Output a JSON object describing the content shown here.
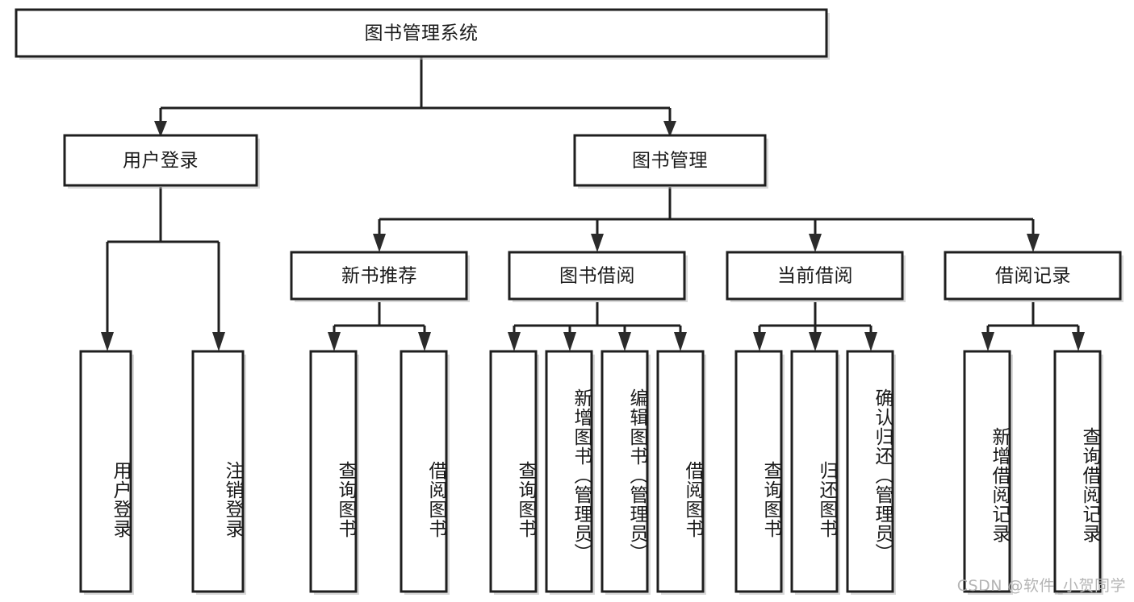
{
  "diagram": {
    "title": "图书管理系统",
    "type": "tree",
    "root": {
      "id": "root",
      "label": "图书管理系统",
      "orientation": "horizontal"
    },
    "level2": [
      {
        "id": "user-login",
        "label": "用户登录",
        "orientation": "horizontal"
      },
      {
        "id": "book-management",
        "label": "图书管理",
        "orientation": "horizontal"
      }
    ],
    "level3": [
      {
        "id": "new-book-recommend",
        "label": "新书推荐",
        "orientation": "horizontal",
        "parent": "book-management"
      },
      {
        "id": "book-borrow",
        "label": "图书借阅",
        "orientation": "horizontal",
        "parent": "book-management"
      },
      {
        "id": "current-borrow",
        "label": "当前借阅",
        "orientation": "horizontal",
        "parent": "book-management"
      },
      {
        "id": "borrow-record",
        "label": "借阅记录",
        "orientation": "horizontal",
        "parent": "book-management"
      }
    ],
    "leaves": [
      {
        "id": "leaf-user-login",
        "label": "用户登录",
        "orientation": "vertical",
        "parent": "user-login"
      },
      {
        "id": "leaf-logout-login",
        "label": "注销登录",
        "orientation": "vertical",
        "parent": "user-login"
      },
      {
        "id": "leaf-query-book-1",
        "label": "查询图书",
        "orientation": "vertical",
        "parent": "new-book-recommend"
      },
      {
        "id": "leaf-borrow-book-1",
        "label": "借阅图书",
        "orientation": "vertical",
        "parent": "new-book-recommend"
      },
      {
        "id": "leaf-query-book-2",
        "label": "查询图书",
        "orientation": "vertical",
        "parent": "book-borrow"
      },
      {
        "id": "leaf-add-book",
        "label": "新增图书（管理员）",
        "orientation": "vertical",
        "parent": "book-borrow"
      },
      {
        "id": "leaf-edit-book",
        "label": "编辑图书（管理员）",
        "orientation": "vertical",
        "parent": "book-borrow"
      },
      {
        "id": "leaf-borrow-book-2",
        "label": "借阅图书",
        "orientation": "vertical",
        "parent": "book-borrow"
      },
      {
        "id": "leaf-query-book-3",
        "label": "查询图书",
        "orientation": "vertical",
        "parent": "current-borrow"
      },
      {
        "id": "leaf-return-book",
        "label": "归还图书",
        "orientation": "vertical",
        "parent": "current-borrow"
      },
      {
        "id": "leaf-confirm-return",
        "label": "确认归还（管理员）",
        "orientation": "vertical",
        "parent": "current-borrow"
      },
      {
        "id": "leaf-add-borrow-record",
        "label": "新增借阅记录",
        "orientation": "vertical",
        "parent": "borrow-record"
      },
      {
        "id": "leaf-query-borrow-record",
        "label": "查询借阅记录",
        "orientation": "vertical",
        "parent": "borrow-record"
      }
    ],
    "colors": {
      "box_border": "#1f1f1f",
      "box_fill": "#ffffff",
      "edge": "#1f1f1f",
      "text": "#1a1a1a",
      "watermark": "#b5b5b5",
      "background": "#ffffff"
    }
  },
  "watermark": {
    "text": "CSDN @软件_小贺同学"
  }
}
